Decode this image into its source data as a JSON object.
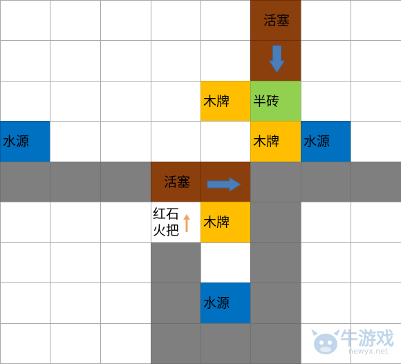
{
  "grid": {
    "cols": 8,
    "rows": 9
  },
  "cells": [
    {
      "row": 0,
      "col": 5,
      "color": "brown",
      "text": "活塞"
    },
    {
      "row": 1,
      "col": 5,
      "color": "brown",
      "text": ""
    },
    {
      "row": 2,
      "col": 4,
      "color": "yellow",
      "text": "木牌"
    },
    {
      "row": 2,
      "col": 5,
      "color": "green",
      "text": "半砖"
    },
    {
      "row": 3,
      "col": 0,
      "color": "blue",
      "text": "水源"
    },
    {
      "row": 3,
      "col": 5,
      "color": "yellow",
      "text": "木牌"
    },
    {
      "row": 3,
      "col": 6,
      "color": "blue",
      "text": "水源"
    },
    {
      "row": 4,
      "col": 0,
      "color": "gray",
      "text": ""
    },
    {
      "row": 4,
      "col": 1,
      "color": "gray",
      "text": ""
    },
    {
      "row": 4,
      "col": 2,
      "color": "gray",
      "text": ""
    },
    {
      "row": 4,
      "col": 3,
      "color": "brown",
      "text": "活塞"
    },
    {
      "row": 4,
      "col": 4,
      "color": "brown",
      "text": ""
    },
    {
      "row": 4,
      "col": 5,
      "color": "gray",
      "text": ""
    },
    {
      "row": 4,
      "col": 6,
      "color": "gray",
      "text": ""
    },
    {
      "row": 4,
      "col": 7,
      "color": "gray",
      "text": ""
    },
    {
      "row": 5,
      "col": 3,
      "color": "white",
      "text": "红石\n火把"
    },
    {
      "row": 5,
      "col": 4,
      "color": "yellow",
      "text": "木牌"
    },
    {
      "row": 5,
      "col": 5,
      "color": "gray",
      "text": ""
    },
    {
      "row": 6,
      "col": 3,
      "color": "gray",
      "text": ""
    },
    {
      "row": 6,
      "col": 5,
      "color": "gray",
      "text": ""
    },
    {
      "row": 7,
      "col": 3,
      "color": "gray",
      "text": ""
    },
    {
      "row": 7,
      "col": 4,
      "color": "blue",
      "text": "水源"
    },
    {
      "row": 7,
      "col": 5,
      "color": "gray",
      "text": ""
    },
    {
      "row": 8,
      "col": 3,
      "color": "gray",
      "text": ""
    },
    {
      "row": 8,
      "col": 4,
      "color": "gray",
      "text": ""
    },
    {
      "row": 8,
      "col": 5,
      "color": "gray",
      "text": ""
    }
  ],
  "arrows": [
    {
      "row": 1,
      "col": 5,
      "direction": "down",
      "color": "#4a7ebb"
    },
    {
      "row": 4,
      "col": 4,
      "direction": "right",
      "color": "#4a7ebb"
    },
    {
      "row": 5,
      "col": 3,
      "direction": "up",
      "color": "#f4a460"
    }
  ],
  "watermark": {
    "text": "牛游戏",
    "url": "newyx.net"
  }
}
